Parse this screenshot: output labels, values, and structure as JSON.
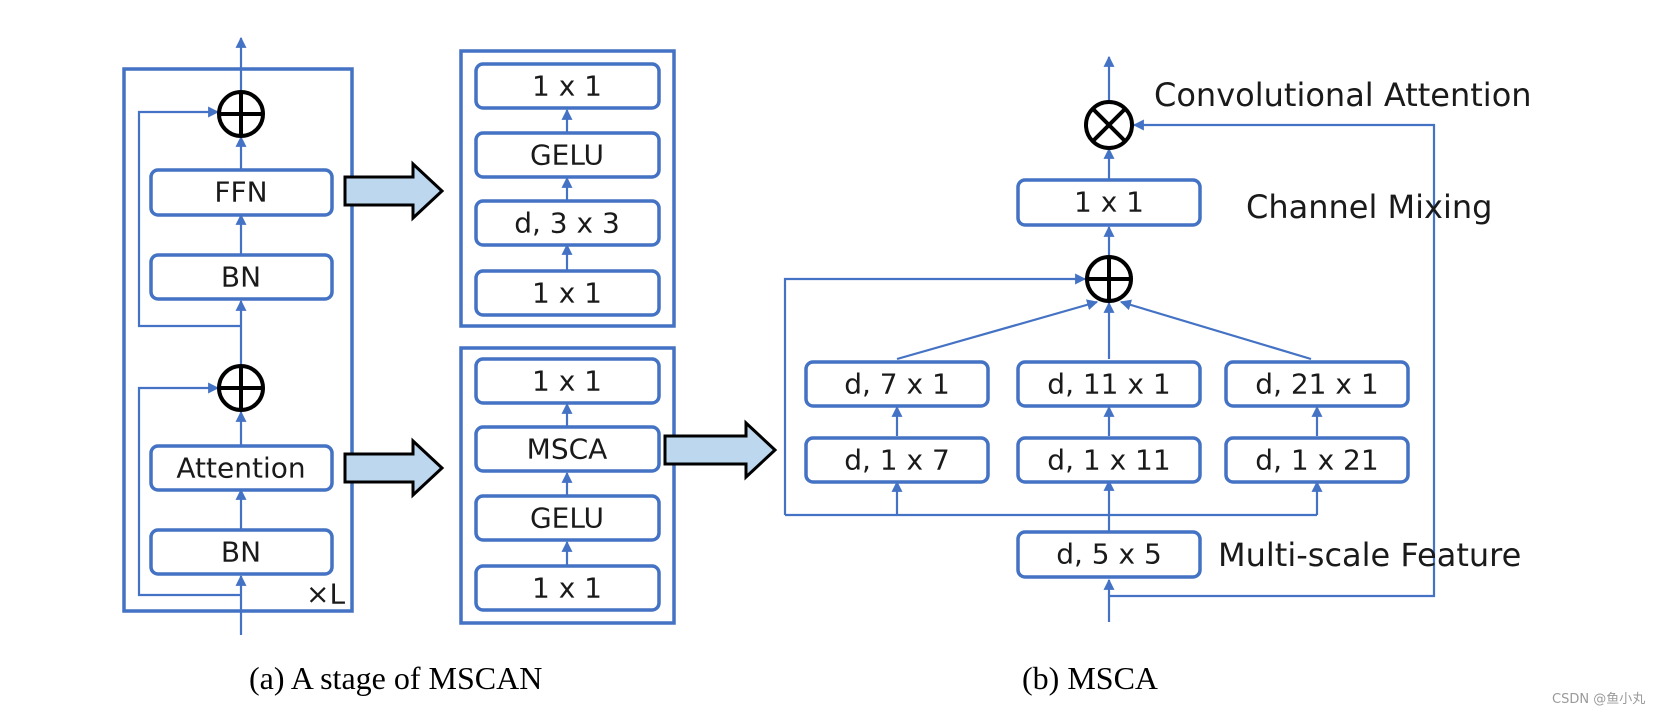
{
  "stage": {
    "ffn_label": "FFN",
    "bn_top_label": "BN",
    "attention_label": "Attention",
    "bn_bottom_label": "BN",
    "repeat_label": "×L"
  },
  "ffn_detail": {
    "top_conv": "1 x 1",
    "act": "GELU",
    "dwconv": "d, 3 x 3",
    "bottom_conv": "1 x 1"
  },
  "attn_detail": {
    "top_conv": "1 x 1",
    "msca": "MSCA",
    "act": "GELU",
    "bottom_conv": "1 x 1"
  },
  "msca": {
    "channel_conv": "1 x 1",
    "branch1_top": "d, 7 x 1",
    "branch2_top": "d, 11 x 1",
    "branch3_top": "d, 21 x 1",
    "branch1_bottom": "d, 1 x 7",
    "branch2_bottom": "d, 1 x 11",
    "branch3_bottom": "d, 1 x 21",
    "base_conv": "d, 5 x 5",
    "conv_attention_label": "Convolutional Attention",
    "channel_mixing_label": "Channel Mixing",
    "multiscale_label": "Multi-scale Feature"
  },
  "captions": {
    "left": "(a) A stage of MSCAN",
    "right": "(b) MSCA"
  },
  "watermark": "CSDN @鱼小丸",
  "colors": {
    "stroke": "#4472c4",
    "arrow_fill": "#bdd7ee",
    "operator": "#000000"
  }
}
